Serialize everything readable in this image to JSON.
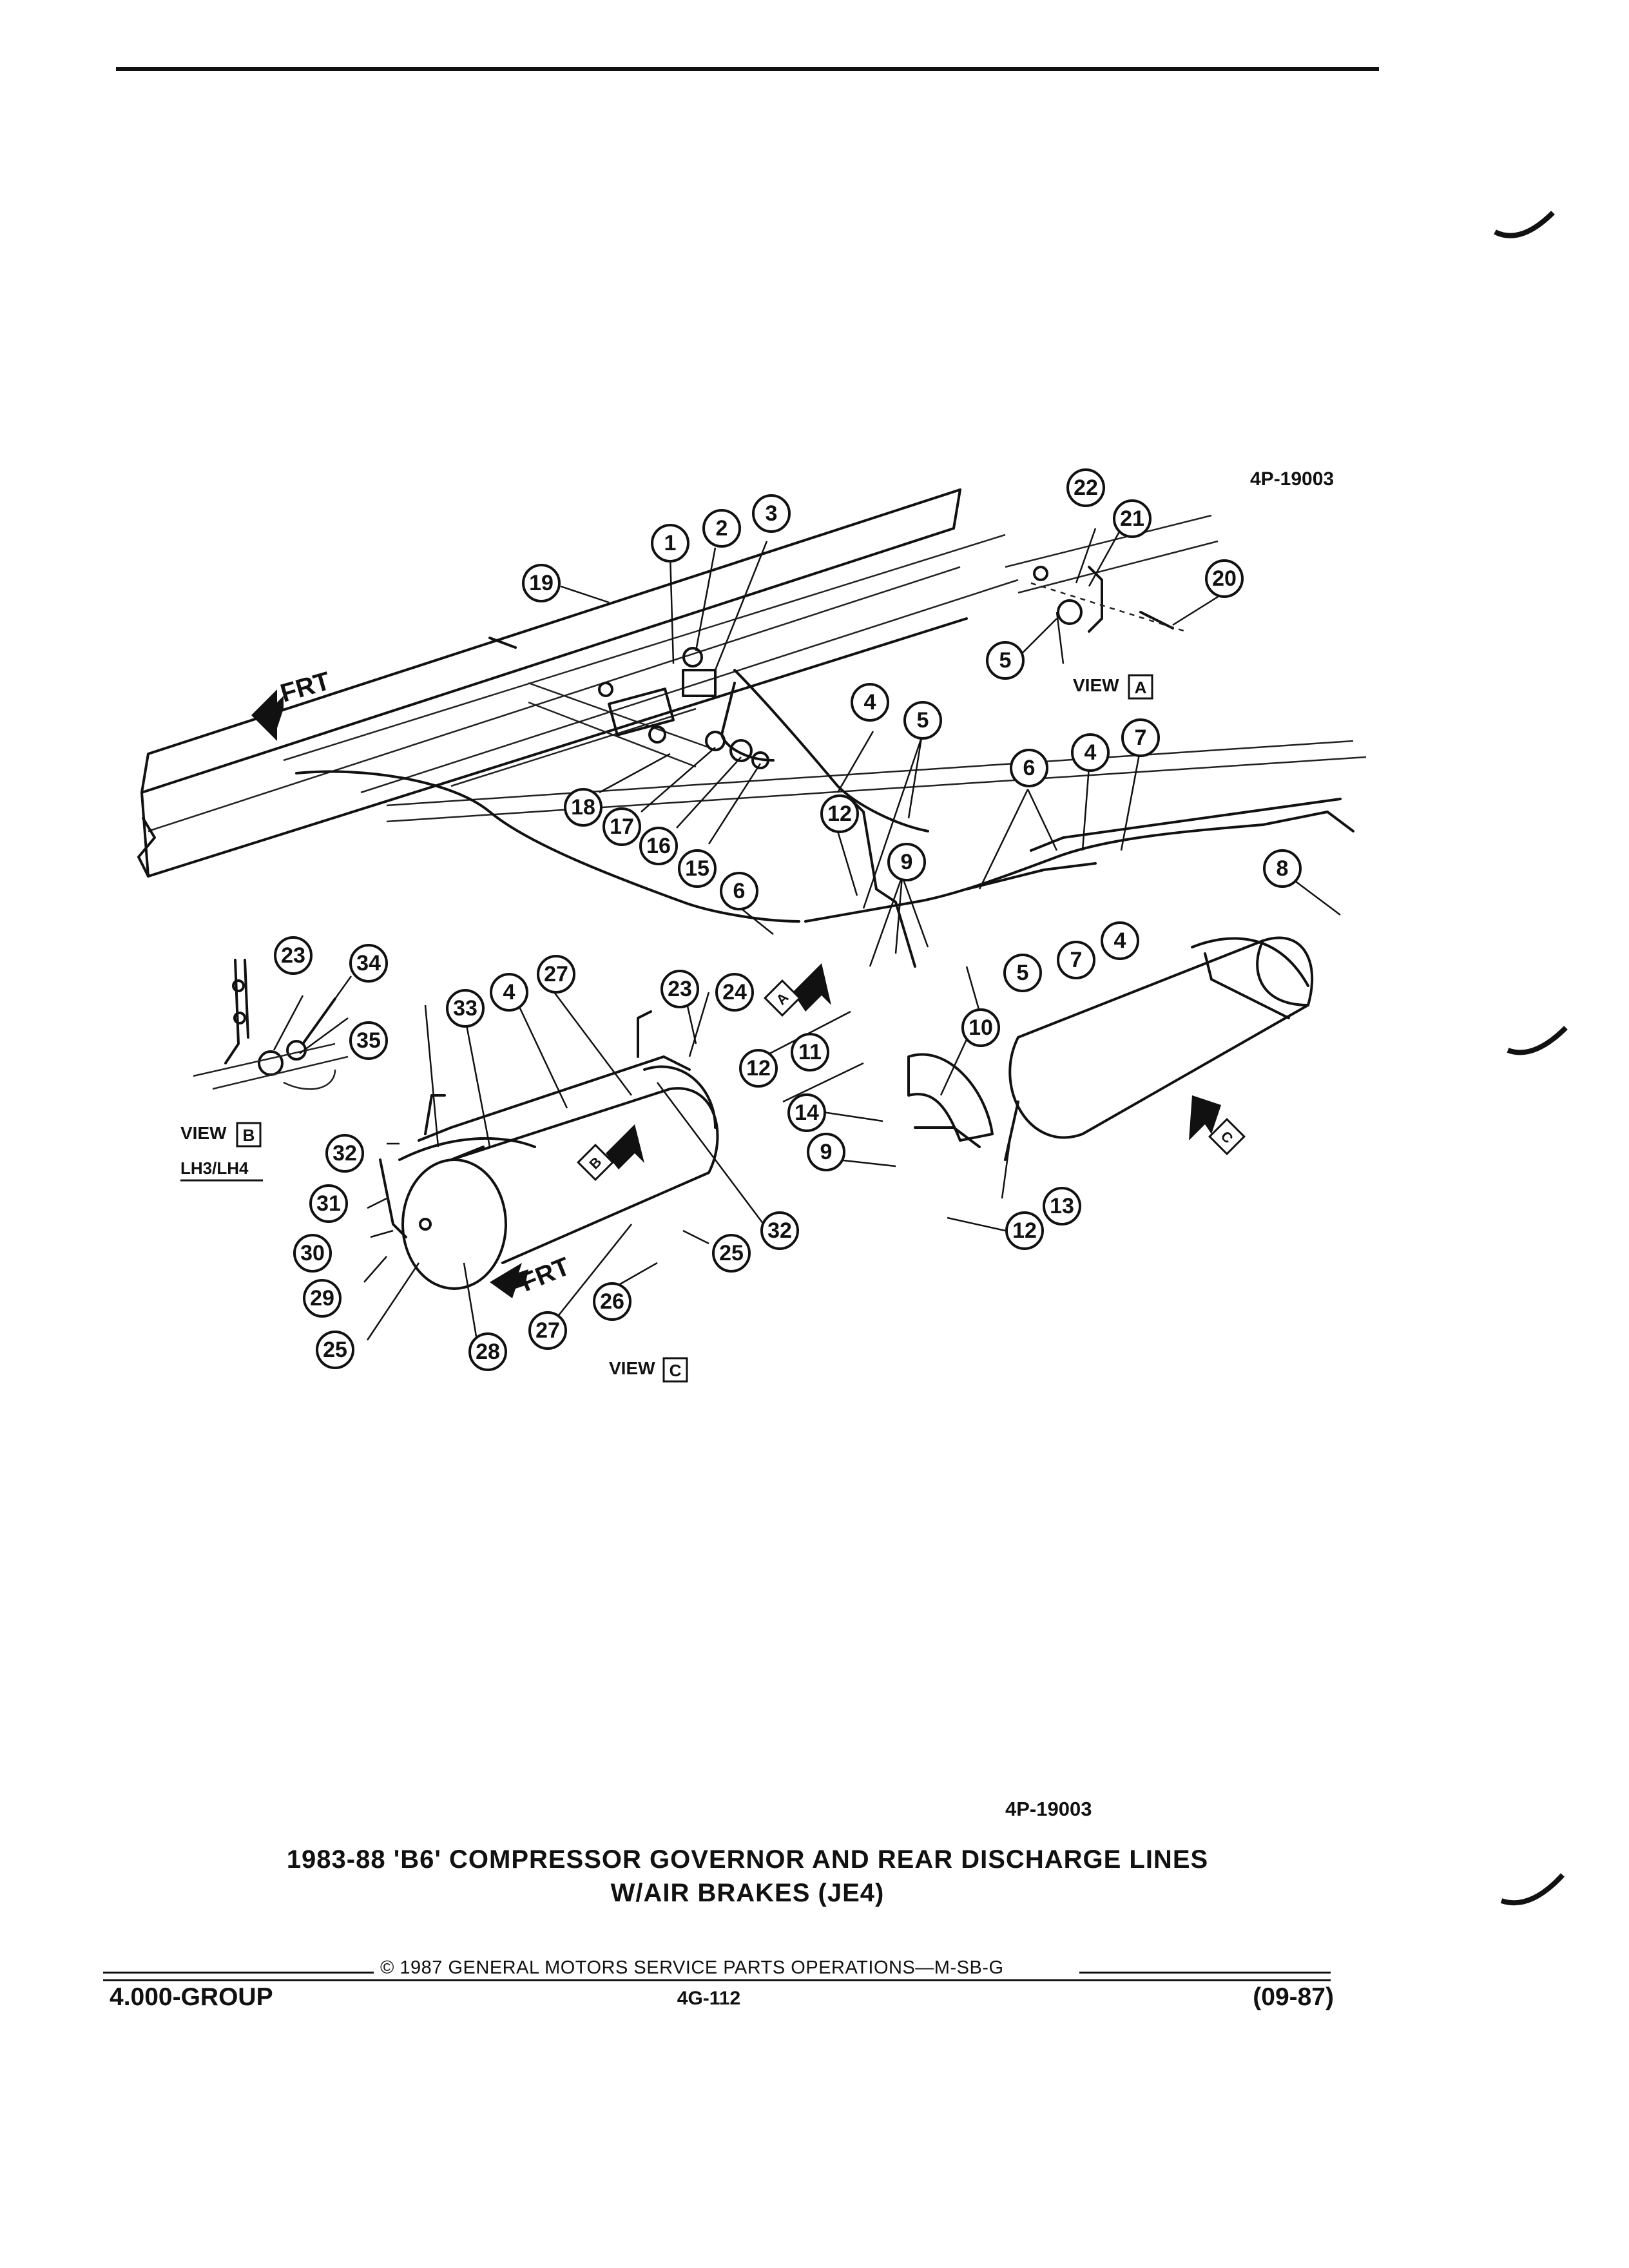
{
  "header": {
    "figure_code_top": "4P-19003"
  },
  "views": {
    "view_a": {
      "label": "VIEW",
      "box": "A"
    },
    "view_b": {
      "label": "VIEW",
      "box": "B",
      "sub": "LH3/LH4"
    },
    "view_c": {
      "label": "VIEW",
      "box": "C"
    }
  },
  "direction_labels": {
    "frt_upper": "FRT",
    "frt_lower": "FRT"
  },
  "view_markers": {
    "a": "A",
    "b": "B",
    "c": "C"
  },
  "callouts": [
    "1",
    "2",
    "3",
    "4",
    "5",
    "6",
    "7",
    "8",
    "9",
    "10",
    "11",
    "12",
    "13",
    "14",
    "15",
    "16",
    "17",
    "18",
    "19",
    "20",
    "21",
    "22",
    "23",
    "24",
    "25",
    "26",
    "27",
    "28",
    "29",
    "30",
    "31",
    "32",
    "33",
    "34",
    "35"
  ],
  "caption": {
    "figure_code": "4P-19003",
    "title_line1": "1983-88 'B6' COMPRESSOR GOVERNOR AND REAR DISCHARGE LINES",
    "title_line2": "W/AIR BRAKES (JE4)"
  },
  "footer": {
    "copyright": "© 1987 GENERAL MOTORS SERVICE PARTS OPERATIONS—M-SB-G",
    "group": "4.000-GROUP",
    "page": "4G-112",
    "date": "(09-87)"
  }
}
